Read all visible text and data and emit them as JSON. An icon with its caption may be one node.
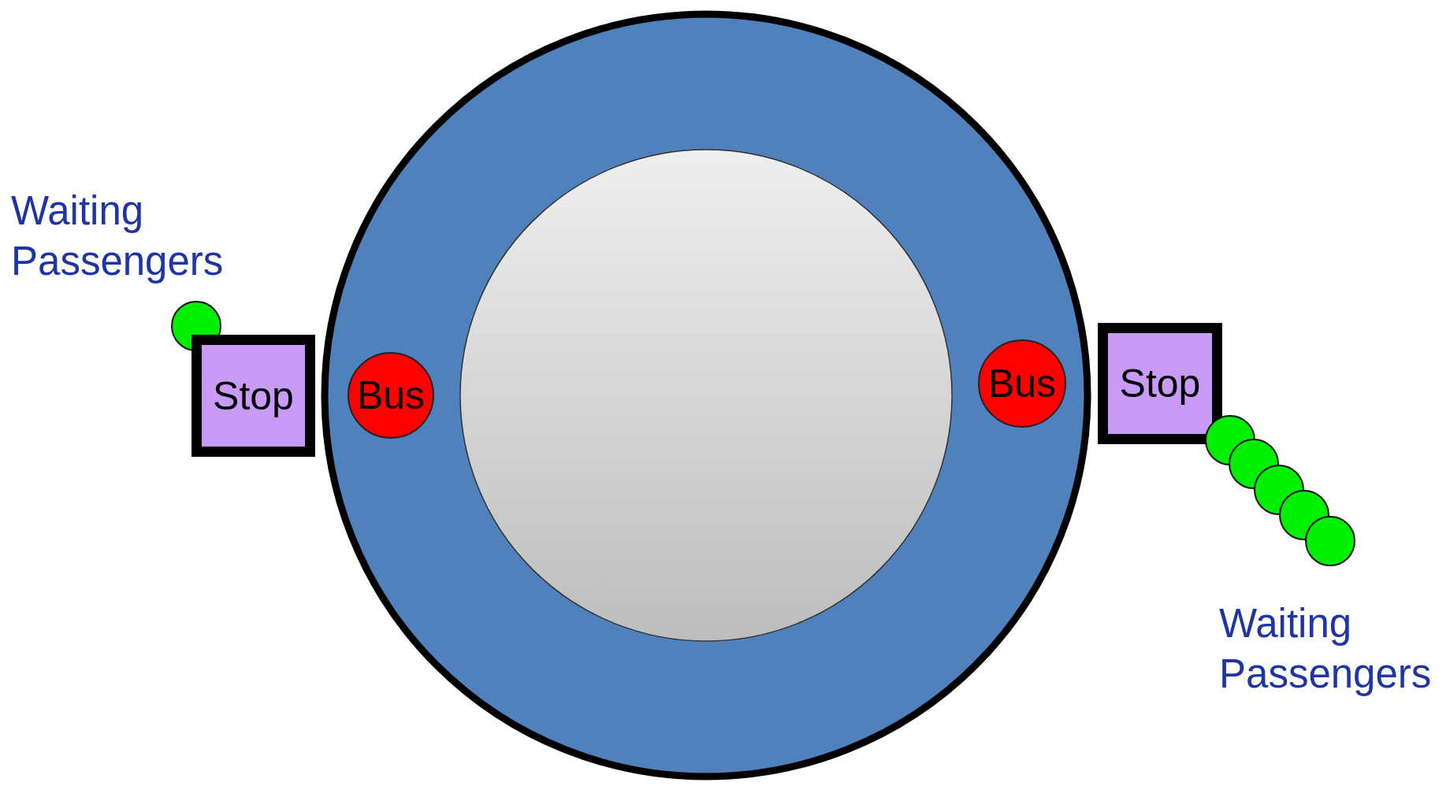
{
  "diagram": {
    "nodes": [
      {
        "text": [],
        "shape": "circle"
      },
      {
        "text": [
          "Stop"
        ]
      },
      {
        "text": [
          "Bus"
        ]
      },
      {
        "text": [
          "Bus"
        ]
      },
      {
        "text": [
          "Stop"
        ]
      },
      {
        "text": [],
        "shape": "circle"
      },
      {
        "text": [],
        "shape": "circle"
      },
      {
        "text": [],
        "shape": "circle"
      },
      {
        "text": [],
        "shape": "circle"
      },
      {
        "text": [],
        "shape": "circle"
      }
    ],
    "edges": [],
    "labels": [
      "Waiting Passengers",
      "Waiting Passengers"
    ]
  }
}
